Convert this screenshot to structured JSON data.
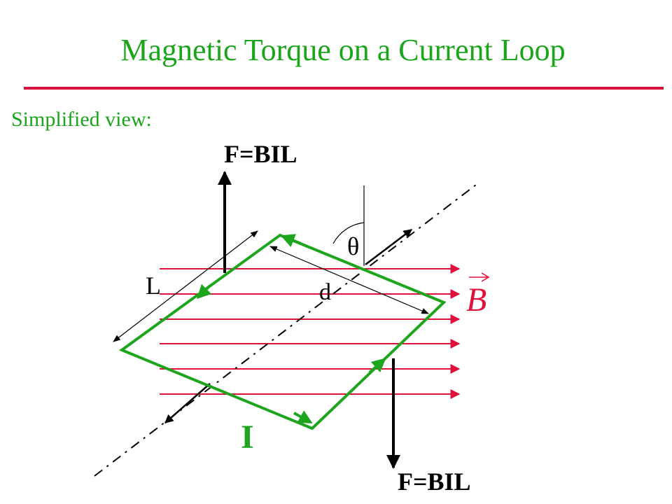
{
  "slide": {
    "title": "Magnetic Torque on a Current Loop",
    "subtitle": "Simplified view:"
  },
  "diagram": {
    "force_top_label": "F=BIL",
    "force_bottom_label": "F=BIL",
    "current_label": "I",
    "length_label": "L",
    "distance_label": "d",
    "angle_label": "θ",
    "field_label": "B",
    "field_line_count": 6
  },
  "colors": {
    "title": "#1aa51a",
    "rule": "#d4143c",
    "field_lines": "#e0103c",
    "loop": "#1ea51e",
    "arrows": "#000000"
  }
}
